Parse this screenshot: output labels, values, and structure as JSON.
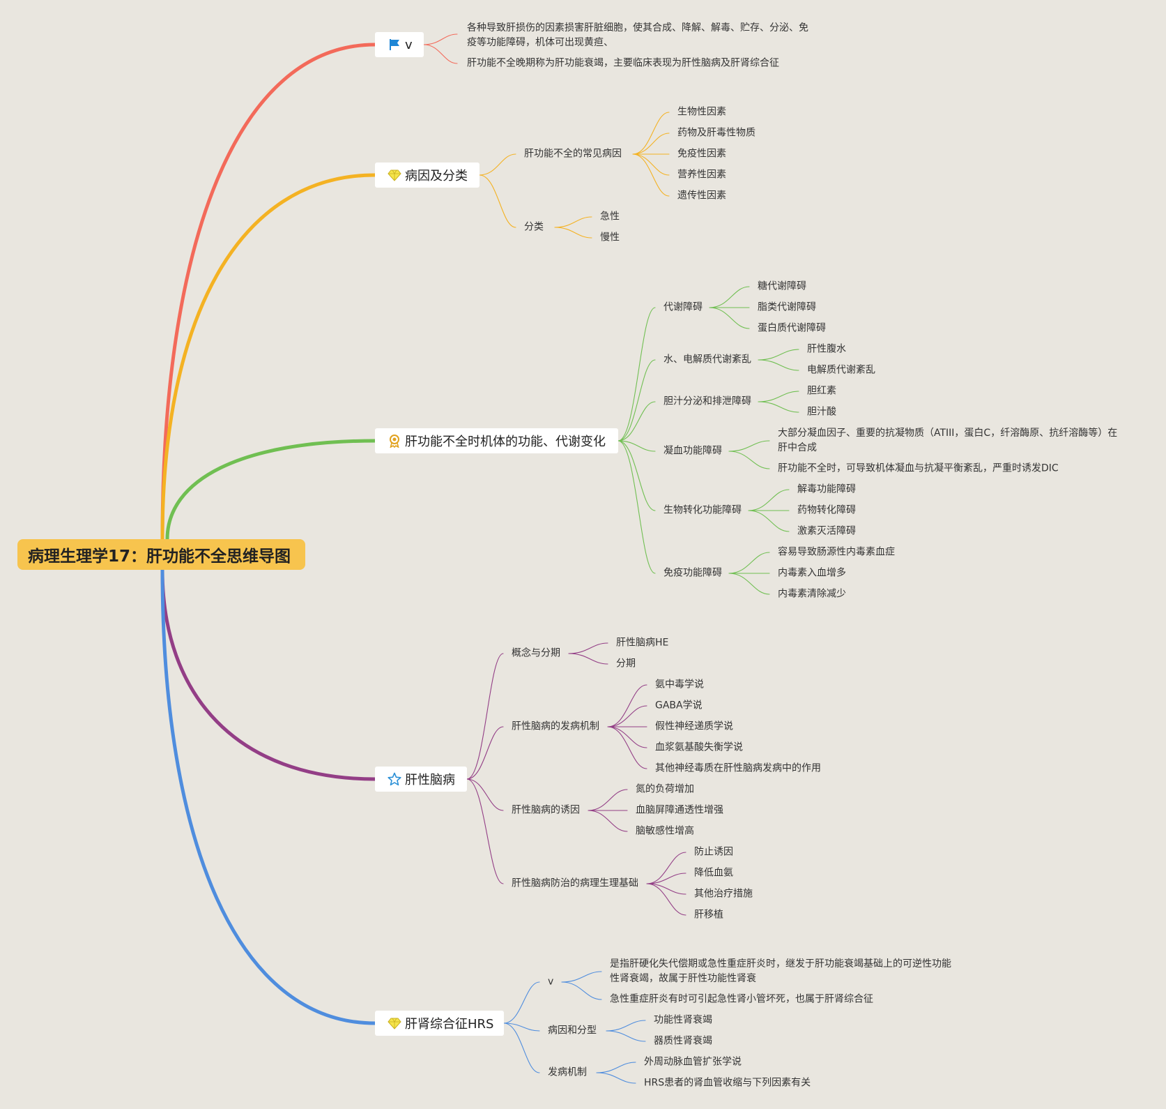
{
  "root": {
    "title": "病理生理学17：肝功能不全思维导图"
  },
  "colors": {
    "red": "#f36a5a",
    "orange": "#f4b223",
    "green": "#70bf52",
    "purple": "#933e86",
    "blue": "#4f8dde",
    "root_bg": "#f7c44e",
    "background": "#e9e6df"
  },
  "icons": {
    "b1": "flag-icon",
    "b2": "diamond-icon",
    "b3": "award-icon",
    "b4": "star-icon",
    "b5": "diamond-icon"
  },
  "branches": {
    "b1": {
      "label": "v",
      "items": [
        "各种导致肝损伤的因素损害肝脏细胞，使其合成、降解、解毒、贮存、分泌、免疫等功能障碍，机体可出现黄疸、",
        "肝功能不全晚期称为肝功能衰竭，主要临床表现为肝性脑病及肝肾综合征"
      ]
    },
    "b2": {
      "label": "病因及分类",
      "subs": [
        {
          "label": "肝功能不全的常见病因",
          "items": [
            "生物性因素",
            "药物及肝毒性物质",
            "免疫性因素",
            "营养性因素",
            "遗传性因素"
          ]
        },
        {
          "label": "分类",
          "items": [
            "急性",
            "慢性"
          ]
        }
      ]
    },
    "b3": {
      "label": "肝功能不全时机体的功能、代谢变化",
      "subs": [
        {
          "label": "代谢障碍",
          "items": [
            "糖代谢障碍",
            "脂类代谢障碍",
            "蛋白质代谢障碍"
          ]
        },
        {
          "label": "水、电解质代谢紊乱",
          "items": [
            "肝性腹水",
            "电解质代谢紊乱"
          ]
        },
        {
          "label": "胆汁分泌和排泄障碍",
          "items": [
            "胆红素",
            "胆汁酸"
          ]
        },
        {
          "label": "凝血功能障碍",
          "items": [
            "大部分凝血因子、重要的抗凝物质（ATIII，蛋白C，纤溶酶原、抗纤溶酶等）在肝中合成",
            "肝功能不全时，可导致机体凝血与抗凝平衡紊乱，严重时诱发DIC"
          ]
        },
        {
          "label": "生物转化功能障碍",
          "items": [
            "解毒功能障碍",
            "药物转化障碍",
            "激素灭活障碍"
          ]
        },
        {
          "label": "免疫功能障碍",
          "items": [
            "容易导致肠源性内毒素血症",
            "内毒素入血增多",
            "内毒素清除减少"
          ]
        }
      ]
    },
    "b4": {
      "label": "肝性脑病",
      "subs": [
        {
          "label": "概念与分期",
          "items": [
            "肝性脑病HE",
            "分期"
          ]
        },
        {
          "label": "肝性脑病的发病机制",
          "items": [
            "氨中毒学说",
            "GABA学说",
            "假性神经递质学说",
            "血浆氨基酸失衡学说",
            "其他神经毒质在肝性脑病发病中的作用"
          ]
        },
        {
          "label": "肝性脑病的诱因",
          "items": [
            "氮的负荷增加",
            "血脑屏障通透性增强",
            "脑敏感性增高"
          ]
        },
        {
          "label": "肝性脑病防治的病理生理基础",
          "items": [
            "防止诱因",
            "降低血氨",
            "其他治疗措施",
            "肝移植"
          ]
        }
      ]
    },
    "b5": {
      "label": "肝肾综合征HRS",
      "subs": [
        {
          "label": "v",
          "items": [
            "是指肝硬化失代偿期或急性重症肝炎时，继发于肝功能衰竭基础上的可逆性功能性肾衰竭，故属于肝性功能性肾衰",
            "急性重症肝炎有时可引起急性肾小管坏死，也属于肝肾综合征"
          ]
        },
        {
          "label": "病因和分型",
          "items": [
            "功能性肾衰竭",
            "器质性肾衰竭"
          ]
        },
        {
          "label": "发病机制",
          "items": [
            "外周动脉血管扩张学说",
            "HRS患者的肾血管收缩与下列因素有关"
          ]
        }
      ]
    }
  }
}
